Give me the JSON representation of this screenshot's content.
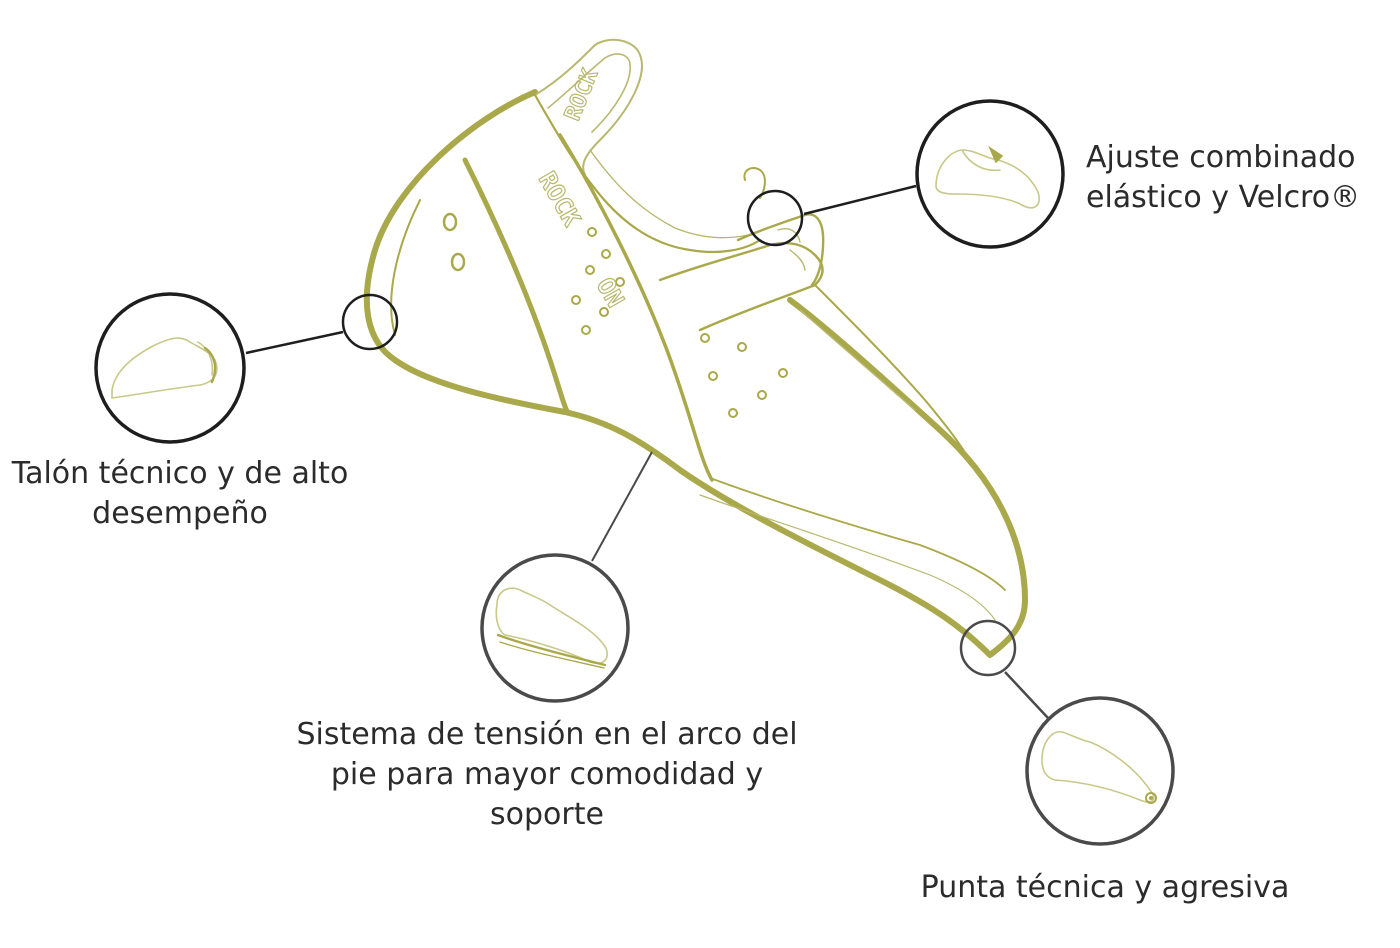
{
  "colors": {
    "shoe_line": "#a9a84a",
    "shoe_line_light": "#c8c88a",
    "leader": "#2b2b2b",
    "circle_dark": "#1e1e1e",
    "circle_grey": "#4a4a4a"
  },
  "shoe": {
    "brand_text_tongue": "ROCK",
    "brand_text_side_1": "ROCK",
    "brand_text_side_2": "ON"
  },
  "callouts": [
    {
      "id": "heel",
      "lines": [
        "Talón técnico y de alto",
        "desempeño"
      ]
    },
    {
      "id": "closure",
      "lines": [
        "Ajuste combinado",
        "elástico y Velcro®"
      ]
    },
    {
      "id": "arch",
      "lines": [
        "Sistema de tensión en el arco del",
        "pie para mayor comodidad y",
        "soporte"
      ]
    },
    {
      "id": "toe",
      "lines": [
        "Punta técnica y agresiva"
      ]
    }
  ]
}
